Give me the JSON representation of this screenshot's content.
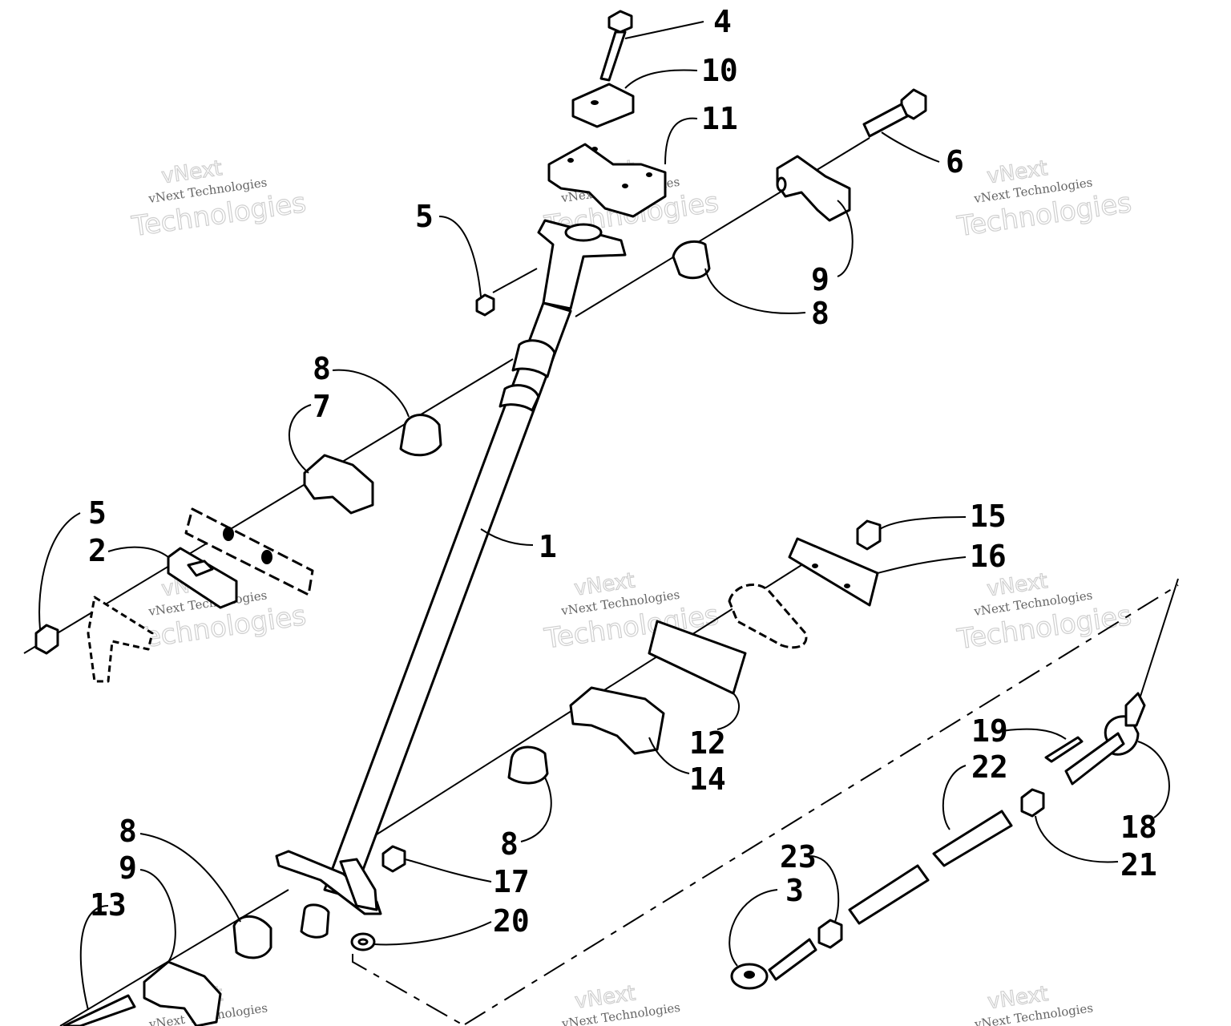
{
  "watermark": {
    "line1": "vNext",
    "line2": "vNext Technologies",
    "line3": "Technologies"
  },
  "callouts": [
    "4",
    "10",
    "11",
    "5",
    "6",
    "9",
    "8",
    "8",
    "7",
    "1",
    "5",
    "2",
    "15",
    "16",
    "12",
    "14",
    "8",
    "19",
    "22",
    "18",
    "21",
    "23",
    "3",
    "17",
    "20",
    "8",
    "9",
    "13"
  ]
}
